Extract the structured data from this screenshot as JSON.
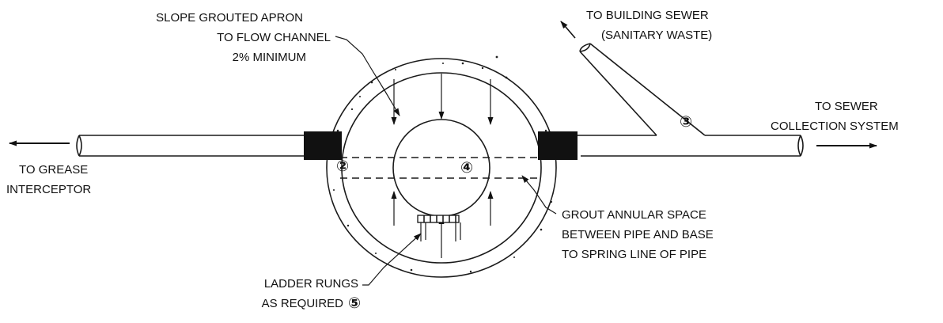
{
  "labels": {
    "apron_line1": "SLOPE GROUTED APRON",
    "apron_line2": "TO FLOW CHANNEL",
    "apron_line3": "2% MINIMUM",
    "building_line1": "TO BUILDING SEWER",
    "building_line2": "(SANITARY WASTE)",
    "sewer_line1": "TO SEWER",
    "sewer_line2": "COLLECTION  SYSTEM",
    "grease_line1": "TO GREASE",
    "grease_line2": "INTERCEPTOR",
    "grout_line1": "GROUT ANNULAR SPACE",
    "grout_line2": "BETWEEN PIPE AND BASE",
    "grout_line3": "TO SPRING LINE OF PIPE",
    "ladder_line1": "LADDER RUNGS",
    "ladder_line2": "AS REQUIRED"
  },
  "callouts": {
    "c2": "②",
    "c3": "③",
    "c4": "④",
    "c5": "⑤"
  },
  "colors": {
    "ink": "#111111",
    "background": "#ffffff",
    "seal": "#111111"
  }
}
